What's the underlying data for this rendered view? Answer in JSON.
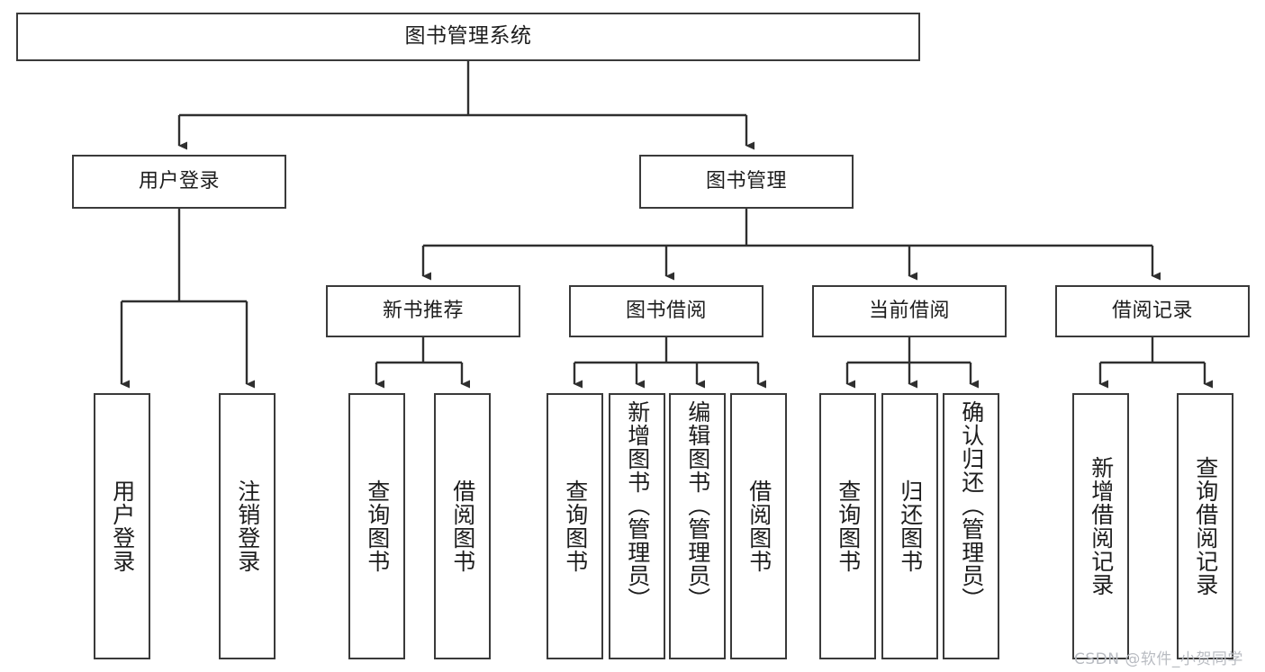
{
  "diagram": {
    "type": "tree",
    "title": "图书管理系统",
    "watermark": "CSDN @软件_小贺同学",
    "colors": {
      "box_border": "#3a3a3a",
      "box_fill": "#ffffff",
      "connector": "#2f2f2f",
      "text": "#1d1d1d",
      "watermark": "#b9bcc2",
      "background": "#ffffff"
    },
    "root": {
      "label": "图书管理系统"
    },
    "level2": [
      {
        "label": "用户登录"
      },
      {
        "label": "图书管理"
      }
    ],
    "level3": [
      {
        "label": "新书推荐"
      },
      {
        "label": "图书借阅"
      },
      {
        "label": "当前借阅"
      },
      {
        "label": "借阅记录"
      }
    ],
    "leaves": {
      "user_login": [
        {
          "label": "用户登录"
        },
        {
          "label": "注销登录"
        }
      ],
      "new_book_recommend": [
        {
          "label": "查询图书"
        },
        {
          "label": "借阅图书"
        }
      ],
      "book_borrow": [
        {
          "label": "查询图书"
        },
        {
          "label": "新增图书（管理员）"
        },
        {
          "label": "编辑图书（管理员）"
        },
        {
          "label": "借阅图书"
        }
      ],
      "current_borrow": [
        {
          "label": "查询图书"
        },
        {
          "label": "归还图书"
        },
        {
          "label": "确认归还（管理员）"
        }
      ],
      "borrow_record": [
        {
          "label": "新增借阅记录"
        },
        {
          "label": "查询借阅记录"
        }
      ]
    }
  }
}
